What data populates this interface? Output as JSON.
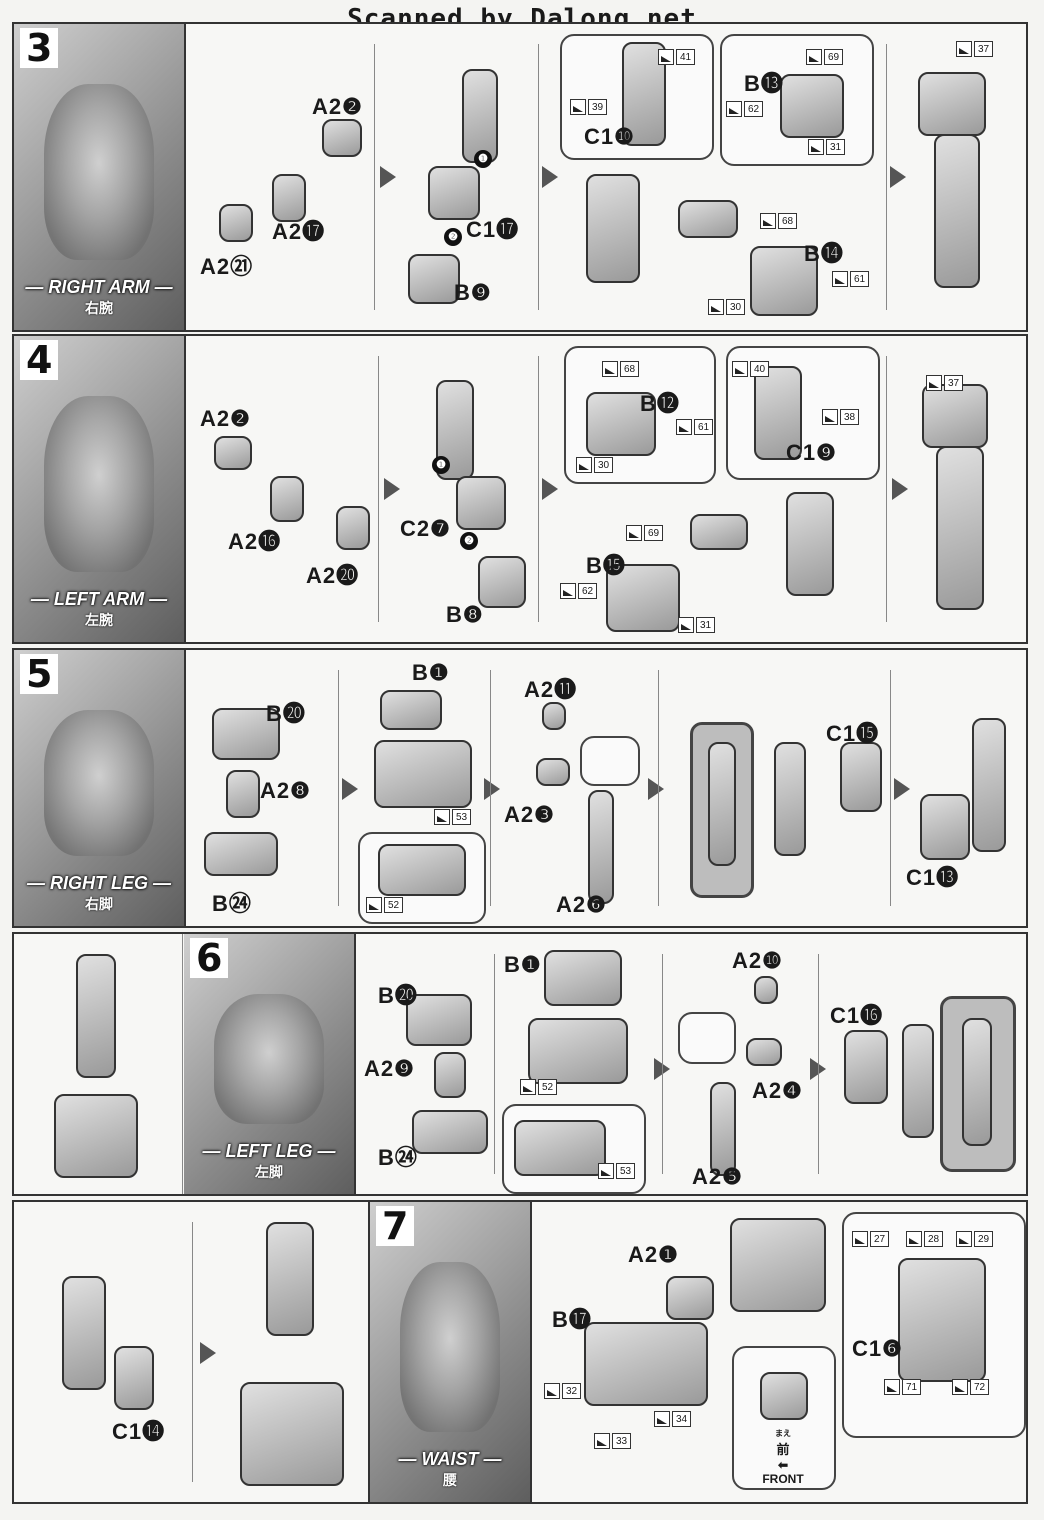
{
  "header": {
    "banner": "Scanned by Dalong.net"
  },
  "steps": [
    {
      "number": "3",
      "name": "— RIGHT ARM —",
      "jp": "右腕",
      "labels": [
        "A2❷",
        "A2⓱",
        "A2㉑",
        "C1⓱",
        "B❾",
        "C1❿",
        "B⓭",
        "B⓮"
      ],
      "markers": [
        "❶",
        "❷"
      ],
      "chips": [
        "41",
        "39",
        "69",
        "62",
        "31",
        "68",
        "61",
        "30",
        "37"
      ]
    },
    {
      "number": "4",
      "name": "— LEFT ARM —",
      "jp": "左腕",
      "labels": [
        "A2❷",
        "A2⓰",
        "A2⓴",
        "C2❼",
        "B❽",
        "B⓬",
        "C1❾",
        "B⓯"
      ],
      "markers": [
        "❶",
        "❷"
      ],
      "chips": [
        "68",
        "61",
        "30",
        "40",
        "38",
        "69",
        "62",
        "31",
        "37"
      ]
    },
    {
      "number": "5",
      "name": "— RIGHT LEG —",
      "jp": "右脚",
      "labels": [
        "B⓴",
        "A2❽",
        "B㉔",
        "B❶",
        "A2⓫",
        "A2❸",
        "A2❻",
        "C1⓯",
        "C1⓭"
      ],
      "chips": [
        "53",
        "52"
      ]
    },
    {
      "number": "6",
      "name": "— LEFT LEG —",
      "jp": "左脚",
      "labels": [
        "B⓴",
        "A2❾",
        "B㉔",
        "B❶",
        "A2❿",
        "A2❹",
        "A2❺",
        "C1⓰"
      ],
      "chips": [
        "52",
        "53"
      ]
    },
    {
      "number": "7",
      "name": "— WAIST —",
      "jp": "腰",
      "labels": [
        "C1⓮",
        "A2❶",
        "B⓱",
        "C1❻"
      ],
      "chips": [
        "32",
        "33",
        "34",
        "27",
        "28",
        "29",
        "71",
        "72"
      ],
      "front": {
        "jp": "前",
        "reading": "まえ",
        "text": "FRONT"
      }
    }
  ]
}
